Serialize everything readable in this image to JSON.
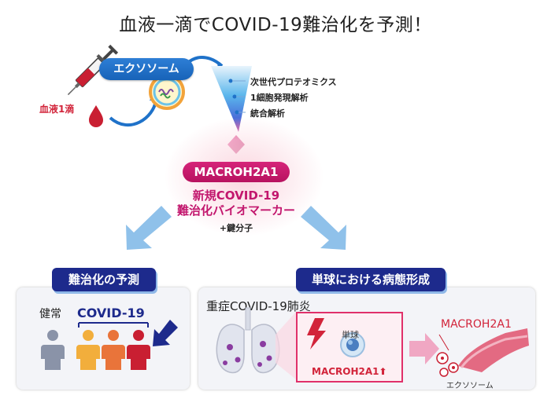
{
  "title": "血液一滴でCOVID-19難治化を予測！",
  "exosome_label": "エクソソーム",
  "blood_label": "血液1滴",
  "analyses": [
    "次世代プロテオミクス",
    "1細胞発現解析",
    "統合解析"
  ],
  "biomarker": {
    "name": "MACROH2A1",
    "line1": "新規COVID-19",
    "line2": "難治化バイオマーカー",
    "key_molecule": "+鍵分子"
  },
  "left_panel": {
    "header": "難治化の予測",
    "healthy_label": "健常",
    "covid_label": "COVID-19"
  },
  "right_panel": {
    "header": "単球における病態形成",
    "subtitle": "重症COVID-19肺炎",
    "monocyte_label": "単球",
    "macro_up": "MACROH2A1",
    "macro_right": "MACROH2A1",
    "exosome_small": "エクソソーム"
  },
  "colors": {
    "navy": "#1d2a8c",
    "magenta": "#c2166d",
    "red": "#d2243a",
    "blue": "#1f72c9",
    "light_arrow": "#8fc1ea"
  }
}
